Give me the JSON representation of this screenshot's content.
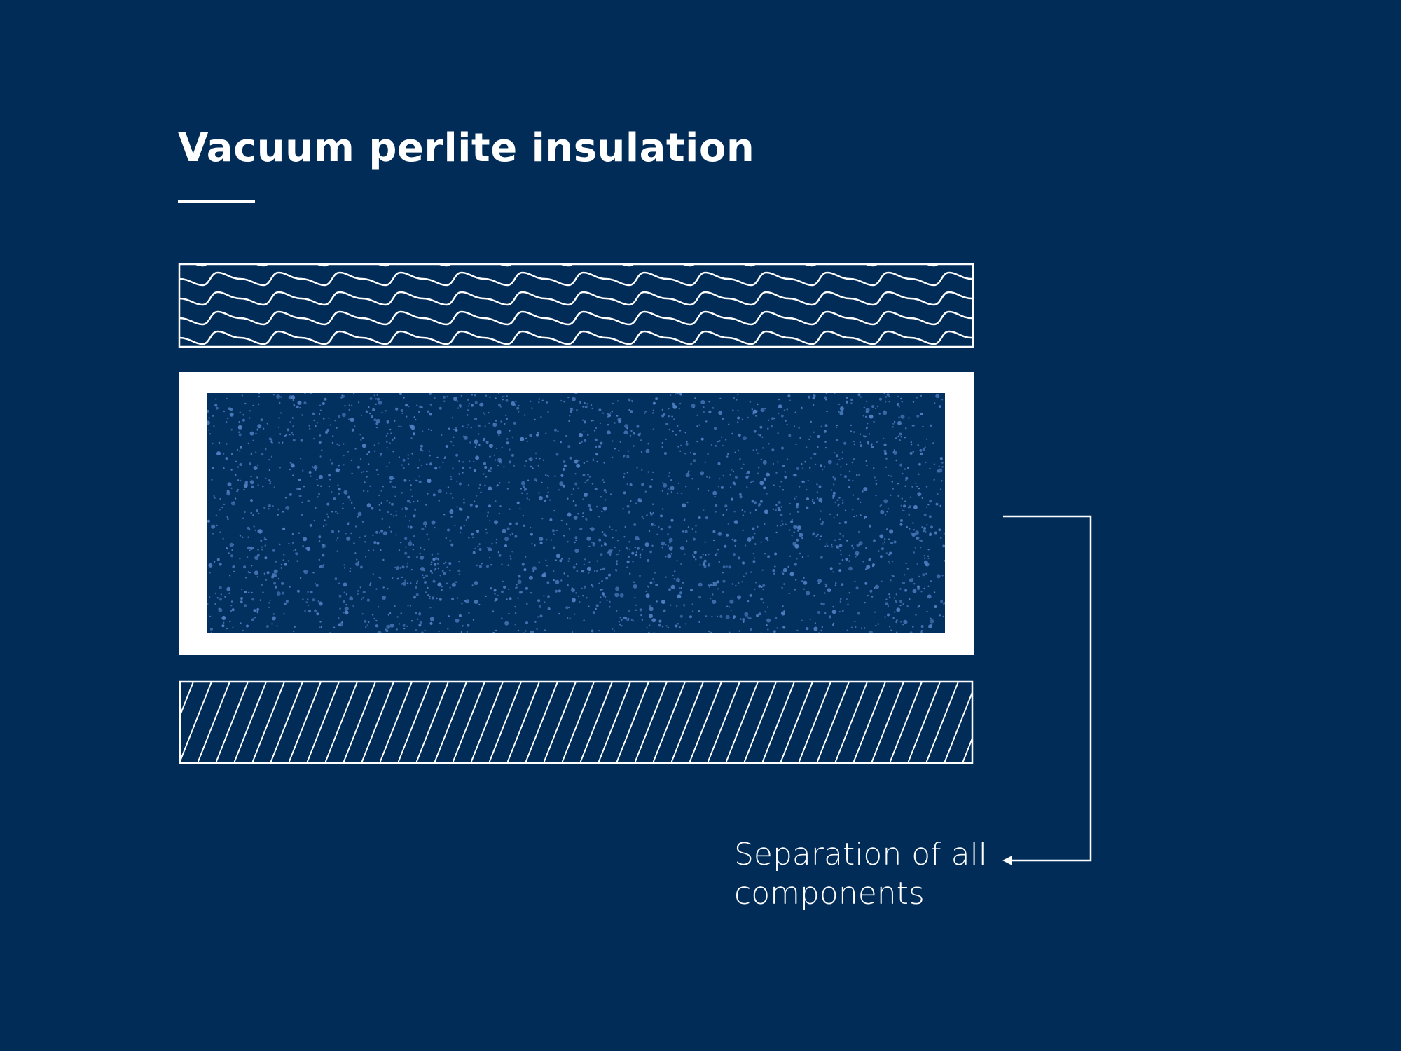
{
  "title": "Vacuum perlite insulation",
  "annotation": {
    "line1": "Separation of all",
    "line2": "components"
  },
  "layers": [
    "wave-pattern-layer",
    "perlite-vacuum-layer",
    "hatched-layer"
  ],
  "colors": {
    "background": "#012c58",
    "line": "#ffffff",
    "particles": "#4f7fc2"
  }
}
